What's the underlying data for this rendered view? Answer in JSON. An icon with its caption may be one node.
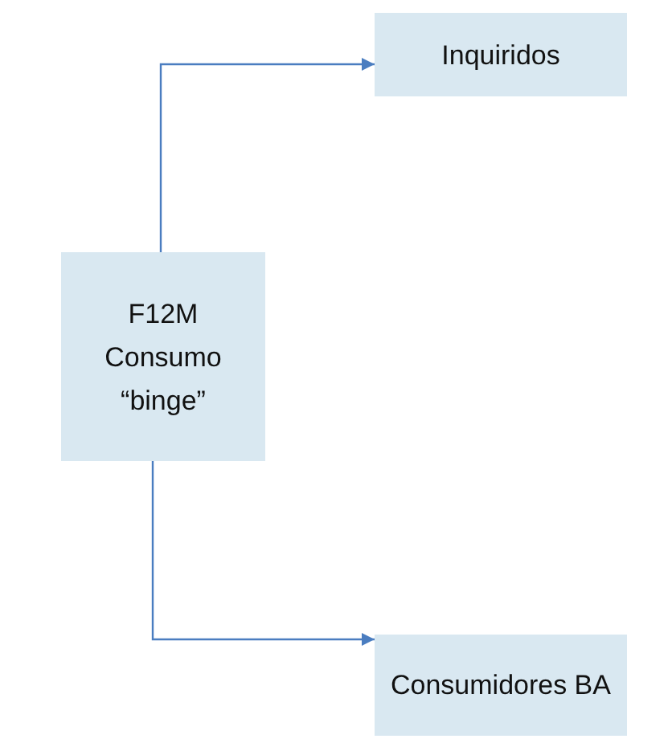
{
  "diagram": {
    "nodes": [
      {
        "text": [
          "F12M Consumo “binge”"
        ]
      },
      {
        "text": [
          "Inquiridos"
        ]
      },
      {
        "text": [
          "Consumidores BA"
        ]
      }
    ],
    "edges": [
      {
        "from": 0,
        "to": 1,
        "arrow": "to"
      },
      {
        "from": 0,
        "to": 2,
        "arrow": "to"
      }
    ]
  }
}
